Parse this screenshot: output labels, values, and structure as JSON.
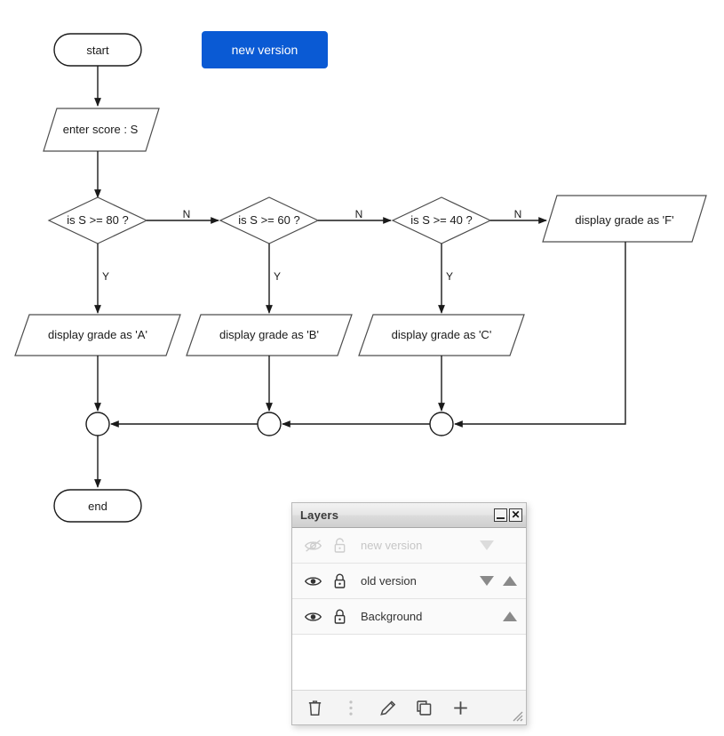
{
  "toolbar": {
    "new_version_label": "new version",
    "new_version_color": "#0a5ad4"
  },
  "flowchart": {
    "nodes": {
      "start": "start",
      "input": "enter score : S",
      "decision1": "is S >= 80 ?",
      "decision2": "is S >= 60 ?",
      "decision3": "is S >= 40 ?",
      "outputA": "display grade as 'A'",
      "outputB": "display grade as 'B'",
      "outputC": "display grade as 'C'",
      "outputF": "display grade as 'F'",
      "end": "end"
    },
    "branch_labels": {
      "n1": "N",
      "n2": "N",
      "n3": "N",
      "y1": "Y",
      "y2": "Y",
      "y3": "Y"
    }
  },
  "layers_panel": {
    "title": "Layers",
    "window_buttons": {
      "minimize": "minimize-icon",
      "close": "✕"
    },
    "layers": [
      {
        "name": "new version",
        "visible": false,
        "locked": false,
        "can_move_down": true,
        "can_move_up": false,
        "move_down_enabled": false
      },
      {
        "name": "old version",
        "visible": true,
        "locked": true,
        "can_move_down": true,
        "can_move_up": true,
        "move_down_enabled": true
      },
      {
        "name": "Background",
        "visible": true,
        "locked": true,
        "can_move_down": false,
        "can_move_up": true,
        "move_down_enabled": false
      }
    ],
    "tools": [
      {
        "name": "delete-layer",
        "icon": "trash-icon"
      },
      {
        "name": "layer-options",
        "icon": "vertical-dots-icon"
      },
      {
        "name": "rename-layer",
        "icon": "pencil-icon"
      },
      {
        "name": "duplicate-layer",
        "icon": "copy-icon"
      },
      {
        "name": "add-layer",
        "icon": "plus-icon"
      }
    ]
  }
}
